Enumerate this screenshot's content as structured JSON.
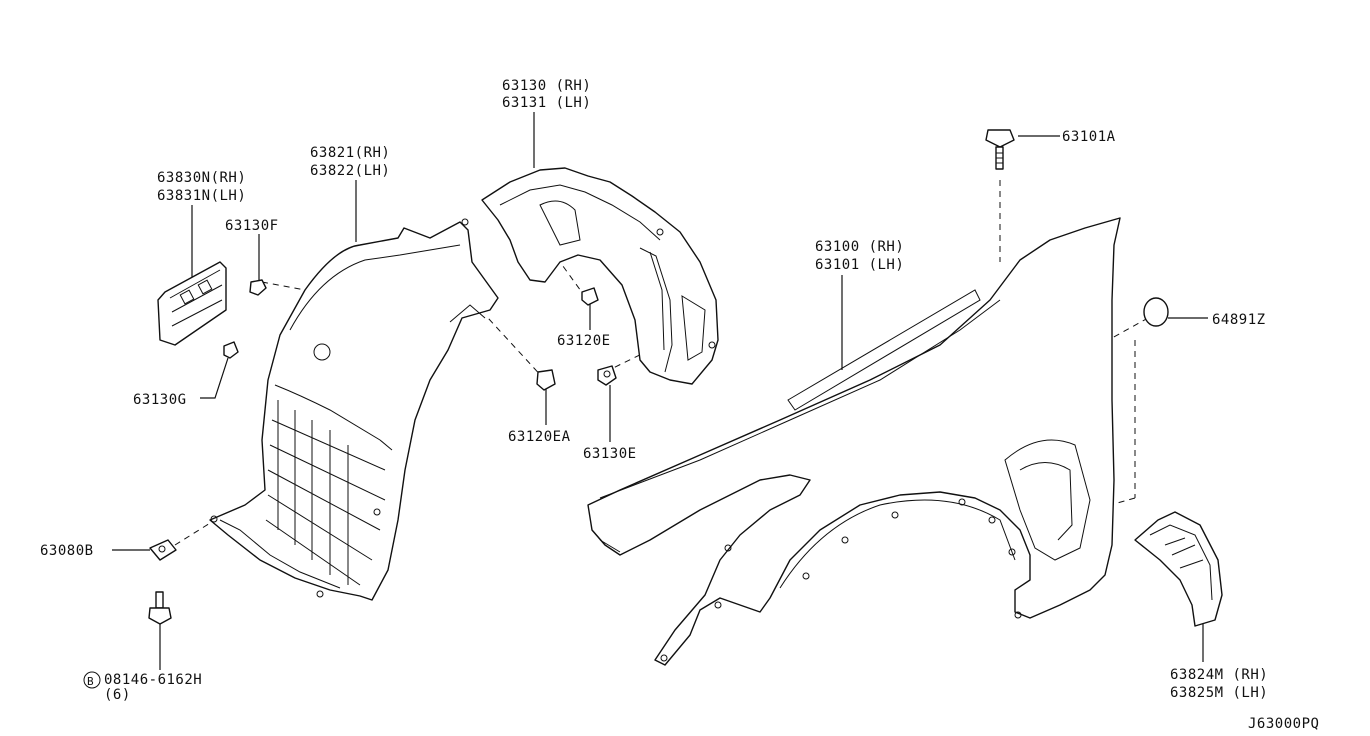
{
  "diagram_code": "J63000PQ",
  "labels": {
    "p63130": "63130 (RH)",
    "p63131": "63131 (LH)",
    "p63821": "63821(RH)",
    "p63822": "63822(LH)",
    "p63830N": "63830N(RH)",
    "p63831N": "63831N(LH)",
    "p63130F": "63130F",
    "p63130G": "63130G",
    "p63120E": "63120E",
    "p63120EA": "63120EA",
    "p63130E": "63130E",
    "p63101A": "63101A",
    "p63100": "63100 (RH)",
    "p63101": "63101 (LH)",
    "p64891Z": "64891Z",
    "p63080B": "63080B",
    "bolt_prefix": "B",
    "p08146": "08146-6162H",
    "qty": "(6)",
    "p63824M": "63824M (RH)",
    "p63825M": "63825M (LH)"
  }
}
